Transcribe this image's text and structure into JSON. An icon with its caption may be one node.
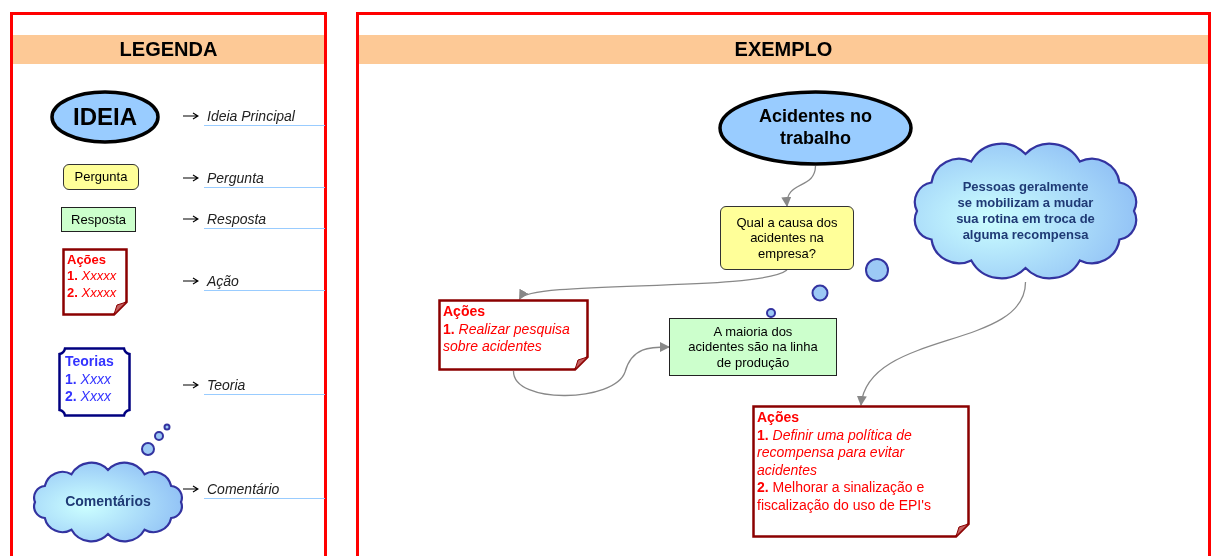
{
  "diagram": {
    "nodes": [
      {
        "text": [
          "LEGENDA"
        ]
      },
      {
        "text": [
          "IDEIA"
        ],
        "in": 0
      },
      {
        "text": [
          "Pergunta"
        ],
        "in": 0
      },
      {
        "text": [
          "Resposta"
        ],
        "in": 0
      },
      {
        "text": [
          "Ações",
          "**1.** *Xxxxx*",
          "**2.** *Xxxxx*"
        ],
        "in": 0
      },
      {
        "text": [
          "Teorias",
          "**1.** *Xxxx*",
          "**2.** *Xxxx*"
        ],
        "in": 0
      },
      {
        "text": [
          "Comentários"
        ],
        "in": 0
      },
      {
        "text": [
          "EXEMPLO"
        ]
      },
      {
        "text": [
          "Acidentes no trabalho"
        ],
        "in": 7
      },
      {
        "text": [
          "Qual a causa dos acidentes na empresa?"
        ],
        "in": 7
      },
      {
        "text": [
          "Ações",
          "**1.** *Realizar pesquisa sobre acidentes*"
        ],
        "in": 7
      },
      {
        "text": [
          "A maioria dos acidentes são na linha de produção"
        ],
        "in": 7
      },
      {
        "text": [
          "Pessoas geralmente se mobilizam a mudar sua rotina em troca de alguma recompensa"
        ],
        "in": 7
      },
      {
        "text": [
          "Ações",
          "**1.** *Definir uma política de recompensa para evitar acidentes*",
          "**2.** Melhorar a sinalização e fiscalização do uso de EPI's"
        ],
        "in": 7
      }
    ],
    "edges": [
      {
        "from": 8,
        "to": 9,
        "arrow": "to"
      },
      {
        "from": 9,
        "to": 10,
        "arrow": "to"
      },
      {
        "from": 10,
        "to": 11,
        "arrow": "to"
      },
      {
        "from": 12,
        "to": 13,
        "arrow": "to"
      }
    ],
    "labels": [
      "Ideia Principal",
      "Pergunta",
      "Resposta",
      "Ação",
      "Teoria",
      "Comentário"
    ]
  }
}
